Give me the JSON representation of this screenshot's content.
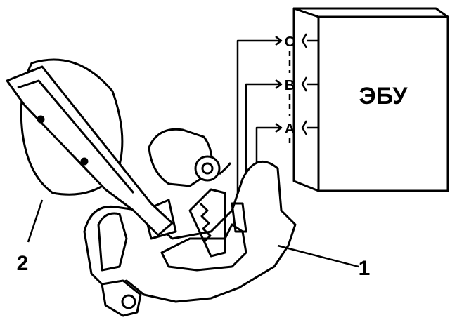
{
  "ecu": {
    "label": "ЭБУ"
  },
  "signals": [
    {
      "label": "C"
    },
    {
      "label": "B"
    },
    {
      "label": "A"
    }
  ],
  "callouts": [
    {
      "label": "1"
    },
    {
      "label": "2"
    }
  ],
  "colors": {
    "ink": "#000000",
    "paper": "#ffffff"
  }
}
